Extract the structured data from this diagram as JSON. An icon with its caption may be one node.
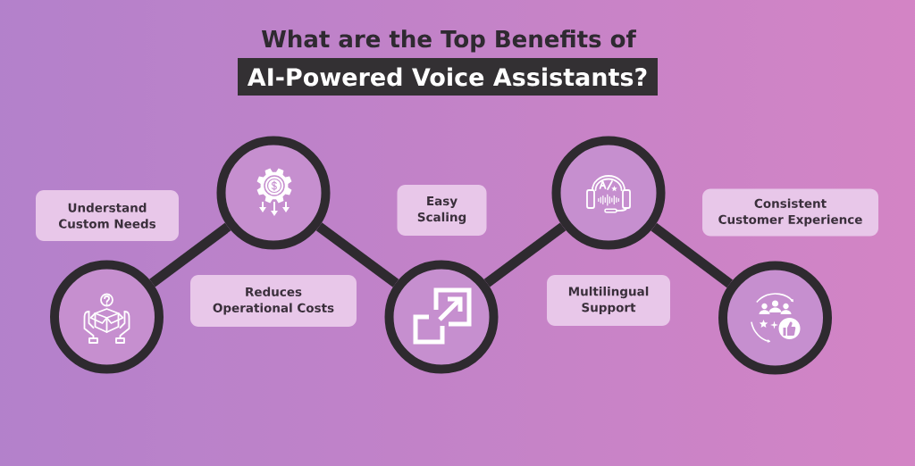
{
  "diagram": {
    "title": "What are the Top Benefits of",
    "nodes": [
      {
        "text": [
          "AI-Powered Voice Assistants?"
        ]
      },
      {
        "text": [
          "Understand Custom Needs"
        ]
      },
      {
        "text": [],
        "shape": "circle"
      },
      {
        "text": [],
        "shape": "circle"
      },
      {
        "text": [
          "Reduces Operational Costs"
        ]
      },
      {
        "text": [
          "Easy Scaling"
        ]
      },
      {
        "text": [],
        "shape": "circle"
      },
      {
        "text": [],
        "shape": "circle"
      },
      {
        "text": [
          "Multilingual Support"
        ]
      },
      {
        "text": [
          "Consistent Customer Experience"
        ]
      },
      {
        "text": [],
        "shape": "circle"
      }
    ],
    "edges": [
      {
        "from": 2,
        "to": 3,
        "arrow": "none"
      },
      {
        "from": 3,
        "to": 6,
        "arrow": "none"
      },
      {
        "from": 6,
        "to": 7,
        "arrow": "none"
      },
      {
        "from": 7,
        "to": 10,
        "arrow": "none"
      }
    ]
  }
}
